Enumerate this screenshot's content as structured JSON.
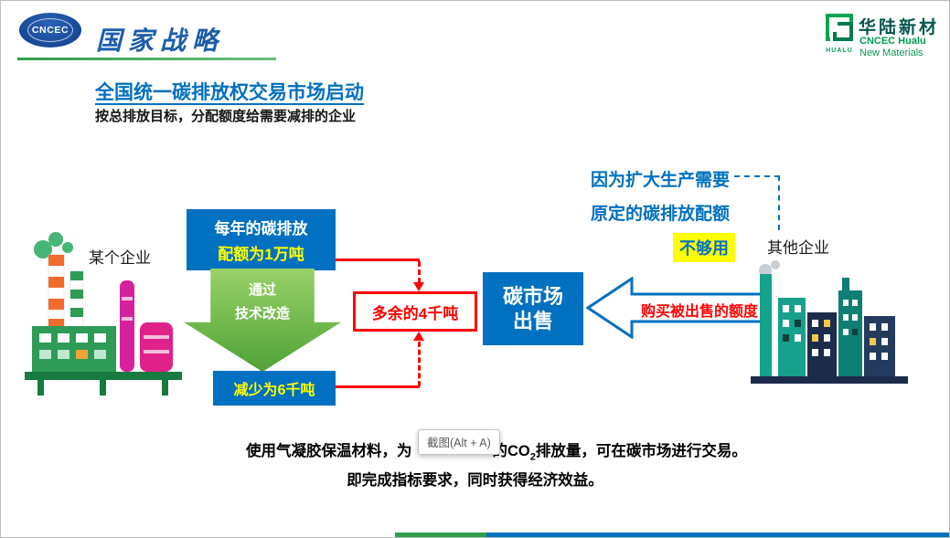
{
  "colors": {
    "accent_blue": "#0070C0",
    "accent_green": "#4CAF50",
    "highlight_yellow": "#FFFF00",
    "alert_red": "#FF0000",
    "brand_green": "#00A651"
  },
  "header": {
    "cncec_logo_text": "CNCEC",
    "strategy_title": "国家战略",
    "hualu": {
      "icon_caption": "HUALU",
      "brand_name": "华陆新材",
      "brand_en_1": "CNCEC Hualu",
      "brand_en_2": "New Materials"
    }
  },
  "title": {
    "heading": "全国统一碳排放权交易市场启动",
    "subheading": "按总排放目标，分配额度给需要减排的企业"
  },
  "diagram": {
    "left_company": "某个企业",
    "right_company": "其他企业",
    "quota_box": {
      "line1": "每年的碳排放",
      "line2": "配额为1万吨"
    },
    "process_arrow": {
      "line1": "通过",
      "line2": "技术改造"
    },
    "reduced_box": "减少为6千吨",
    "surplus_box": "多余的4千吨",
    "market_box": {
      "line1": "碳市场",
      "line2": "出售"
    },
    "buy_arrow_label": "购买被出售的额度",
    "reason_note_1": "因为扩大生产需要",
    "reason_note_2": "原定的碳排放配额",
    "reason_highlight": "不够用"
  },
  "footer": {
    "line1_pre": "使用气凝胶保温材料，为",
    "line1_mid": "的CO",
    "line1_sub": "2",
    "line1_post": "排放量，可在碳市场进行交易。",
    "line2": "即完成指标要求，同时获得经济效益。"
  },
  "overlay": {
    "screenshot_tooltip": "截图(Alt + A)"
  }
}
